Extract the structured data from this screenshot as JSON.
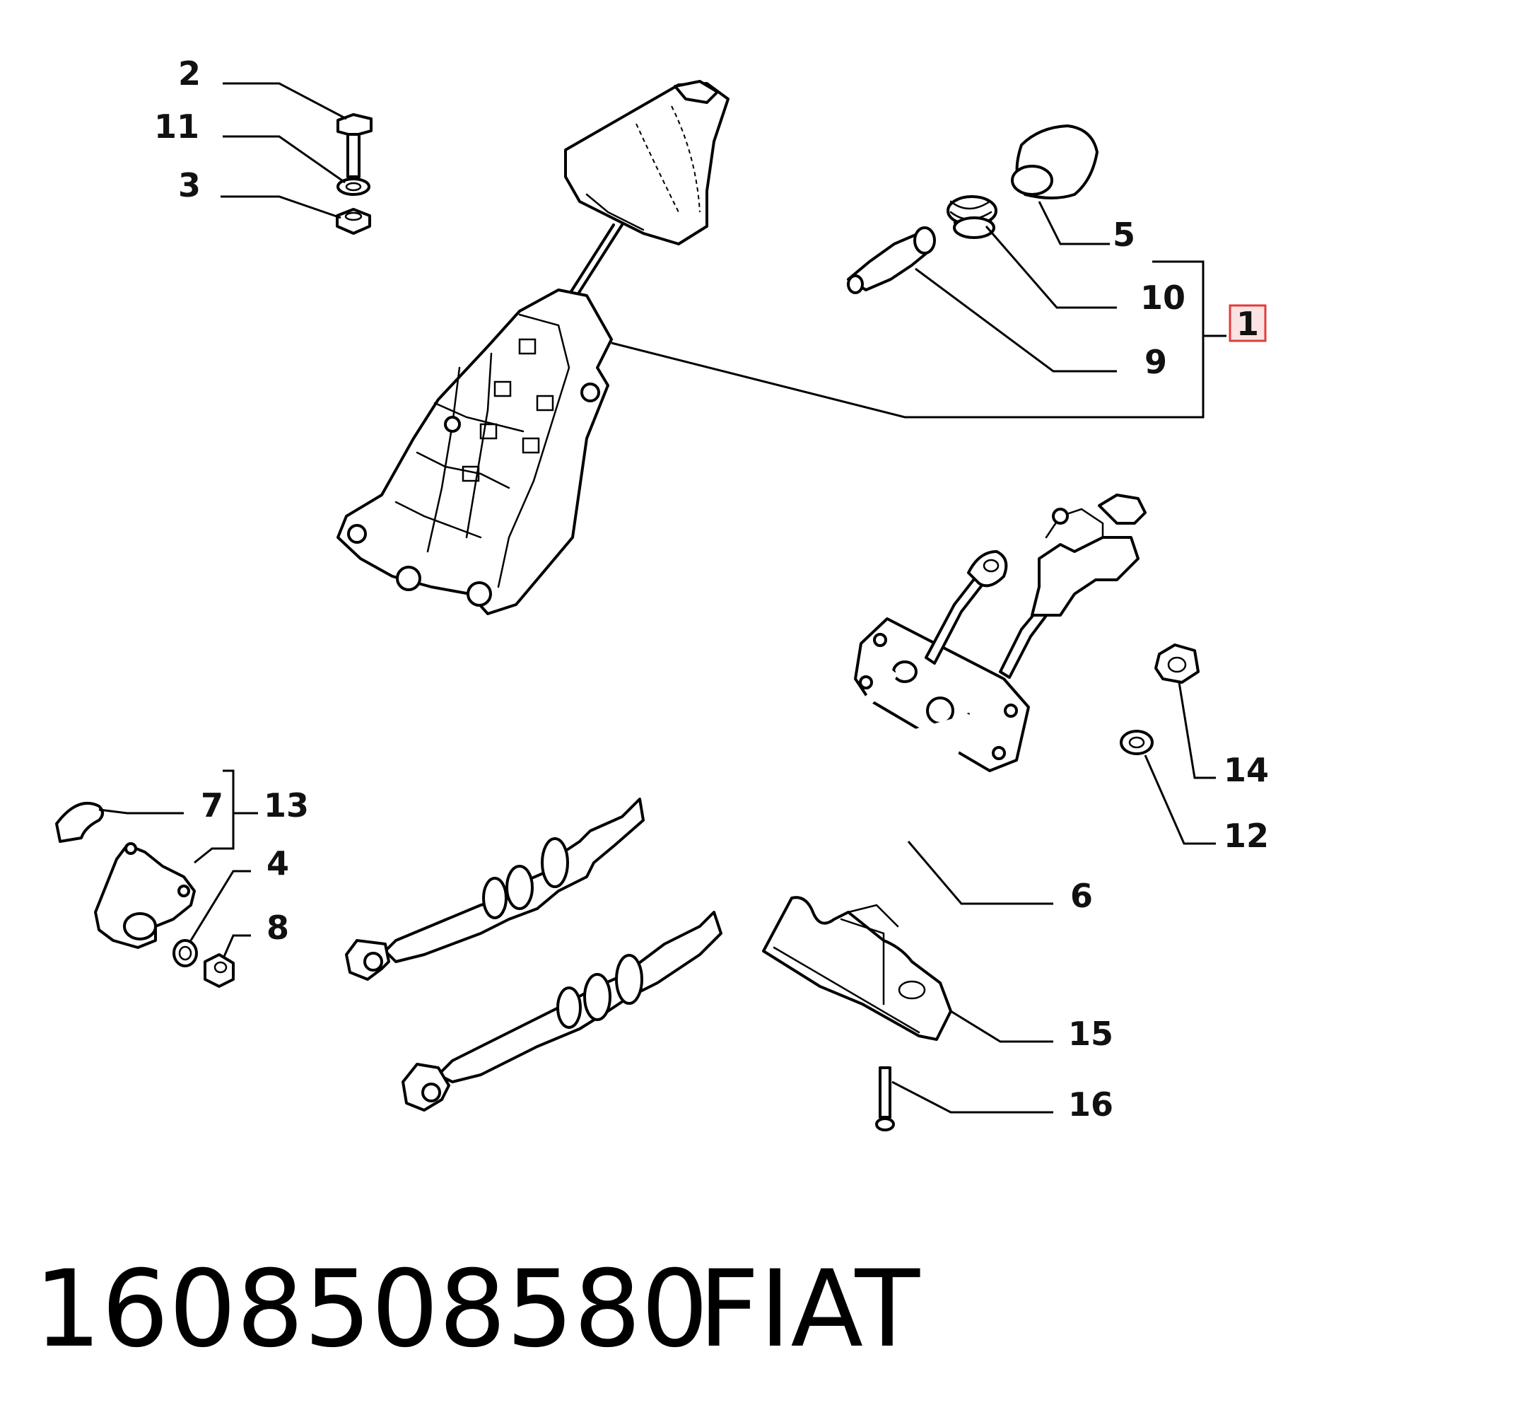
{
  "callouts": {
    "c1": "1",
    "c2": "2",
    "c3": "3",
    "c4": "4",
    "c5": "5",
    "c6": "6",
    "c7": "7",
    "c8": "8",
    "c9": "9",
    "c10": "10",
    "c11": "11",
    "c12": "12",
    "c13": "13",
    "c14": "14",
    "c15": "15",
    "c16": "16"
  },
  "caption": {
    "part_number": "1608508580",
    "brand": "FIAT"
  },
  "colors": {
    "highlight_box": "#e03c3c",
    "highlight_fill": "#fbe3e3"
  }
}
